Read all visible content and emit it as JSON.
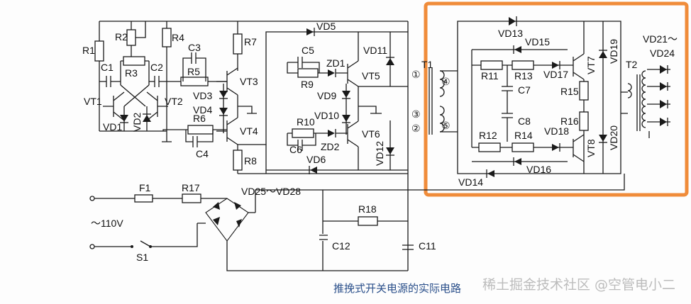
{
  "caption": "推挽式开关电源的实际电路",
  "watermark": "稀土掘金技术社区 @空管电小二",
  "colors": {
    "highlight": "#f08c3a",
    "caption": "#2a4f8a",
    "line": "#1a1a1a"
  },
  "components": {
    "R1": "R1",
    "R2": "R2",
    "R3": "R3",
    "R4": "R4",
    "R5": "R5",
    "R6": "R6",
    "R7": "R7",
    "R8": "R8",
    "R9": "R9",
    "R10": "R10",
    "R11": "R11",
    "R12": "R12",
    "R13": "R13",
    "R14": "R14",
    "R15": "R15",
    "R16": "R16",
    "R17": "R17",
    "R18": "R18",
    "C1": "C1",
    "C2": "C2",
    "C3": "C3",
    "C4": "C4",
    "C5": "C5",
    "C6": "C6",
    "C7": "C7",
    "C8": "C8",
    "C11": "C11",
    "C12": "C12",
    "VT1": "VT1",
    "VT2": "VT2",
    "VT3": "VT3",
    "VT4": "VT4",
    "VT5": "VT5",
    "VT6": "VT6",
    "VT7": "VT7",
    "VT8": "VT8",
    "VD1": "VD1",
    "VD2": "VD2",
    "VD3": "VD3",
    "VD4": "VD4",
    "VD5": "VD5",
    "VD6": "VD6",
    "VD9": "VD9",
    "VD10": "VD10",
    "VD11": "VD11",
    "VD12": "VD12",
    "VD13": "VD13",
    "VD14": "VD14",
    "VD15": "VD15",
    "VD16": "VD16",
    "VD17": "VD17",
    "VD18": "VD18",
    "VD19": "VD19",
    "VD20": "VD20",
    "VD21": "VD21～",
    "VD24": "VD24",
    "VD25": "VD25～VD28",
    "ZD1": "ZD1",
    "ZD2": "ZD2",
    "T1": "T1",
    "T2": "T2",
    "F1": "F1",
    "S1": "S1",
    "AC": "～110V"
  },
  "pins": {
    "p1": "①",
    "p2": "②",
    "p3": "③",
    "p4": "④",
    "p5": "⑤"
  }
}
